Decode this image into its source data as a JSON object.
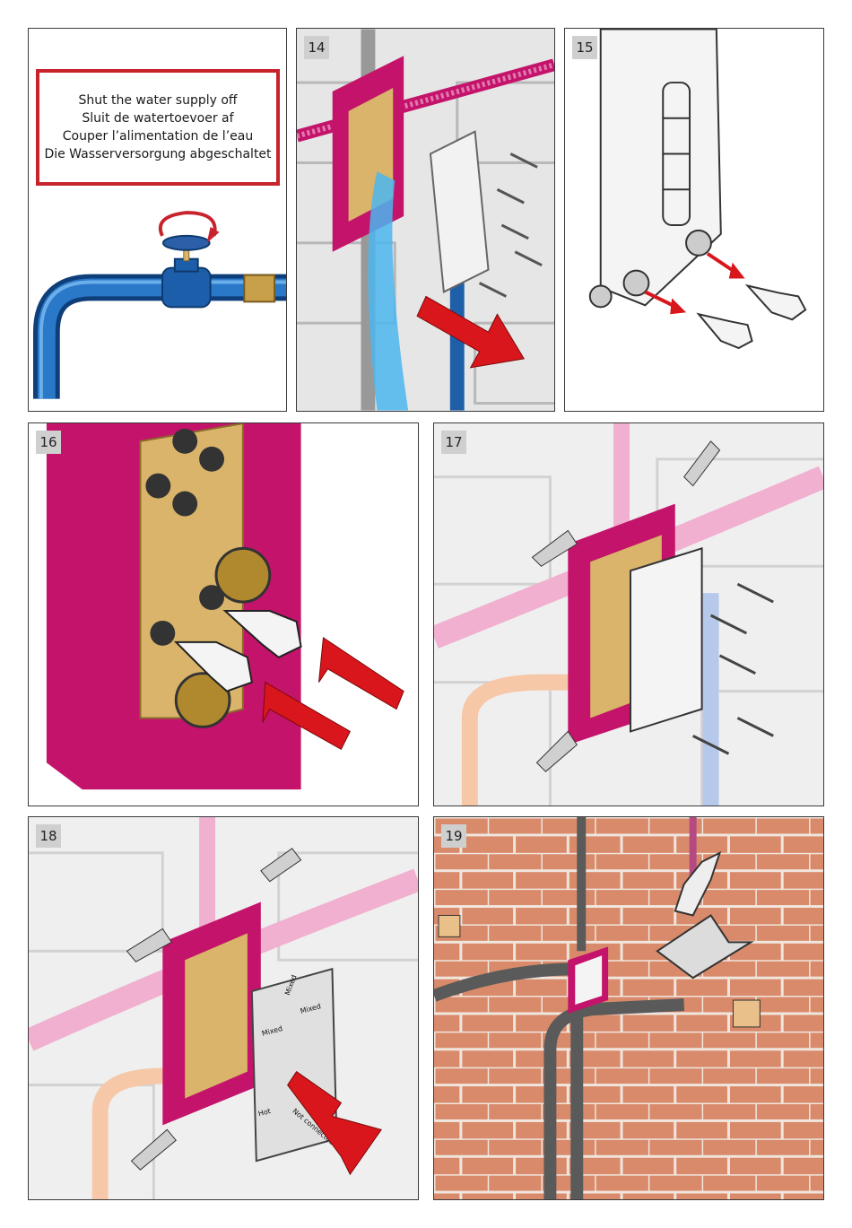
{
  "warning": {
    "lines": [
      "Shut the water supply off",
      "Sluit de watertoevoer af",
      "Couper l’alimentation de l’eau",
      "Die Wasserversorgung abgeschaltet"
    ]
  },
  "steps": {
    "s14": "14",
    "s15": "15",
    "s16": "16",
    "s17": "17",
    "s18": "18",
    "s19": "19"
  },
  "plate_labels": {
    "mixed_top": "Mixed",
    "mixed_left": "Mixed",
    "mixed_right": "Mixed",
    "hot": "Hot",
    "not_connected": "Not connected"
  },
  "colors": {
    "warning_border": "#c8232c",
    "box_magenta": "#c4136a",
    "brass": "#d9b46a",
    "pipe_blue": "#1f5fa8",
    "arrow_red": "#d9161c",
    "brick": "#d98a6a"
  }
}
